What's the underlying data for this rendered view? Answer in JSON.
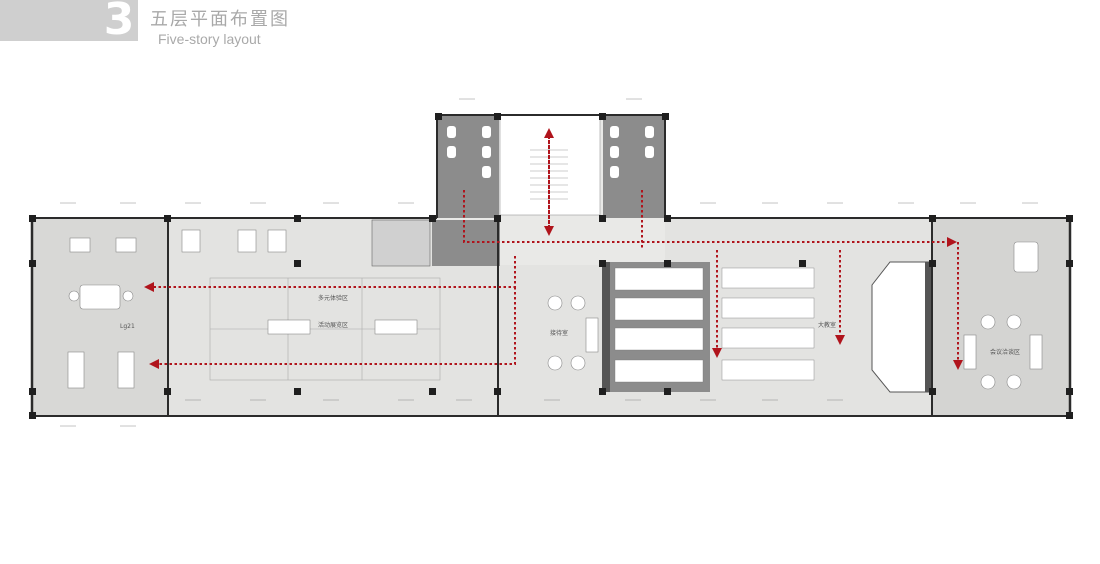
{
  "header": {
    "section_number": "3",
    "title_cn": "五层平面布置图",
    "title_en": "Five-story layout"
  },
  "plan": {
    "rooms": {
      "left_lounge": "Lg21",
      "activity_center": "活动展览区",
      "activity_center_top": "多元体验区",
      "reception": "接待室",
      "meeting_room": "会议洽谈区",
      "classroom": "大教室"
    },
    "colors": {
      "floor": "#e3e3e1",
      "floor_dark": "#cfcfcf",
      "wall": "#2b2b2b",
      "core": "#8c8c8c",
      "arrow": "#b0141c"
    }
  }
}
